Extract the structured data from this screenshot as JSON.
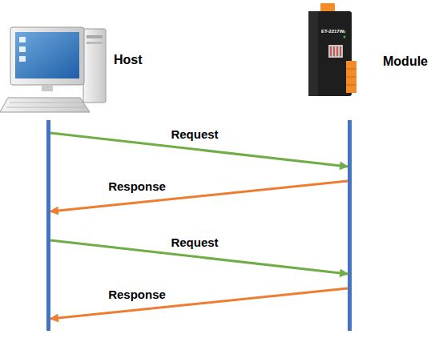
{
  "diagram": {
    "nodes": [
      {
        "text": [
          "Host"
        ]
      },
      {
        "text": [
          "Module"
        ]
      }
    ],
    "edges": [
      {
        "from": 0,
        "to": 1,
        "arrow": "to",
        "label": "Request"
      },
      {
        "from": 1,
        "to": 0,
        "arrow": "to",
        "label": "Response"
      },
      {
        "from": 0,
        "to": 1,
        "arrow": "to",
        "label": "Request"
      },
      {
        "from": 1,
        "to": 0,
        "arrow": "to",
        "label": "Response"
      }
    ],
    "labels": [
      "ET-2217W"
    ]
  }
}
